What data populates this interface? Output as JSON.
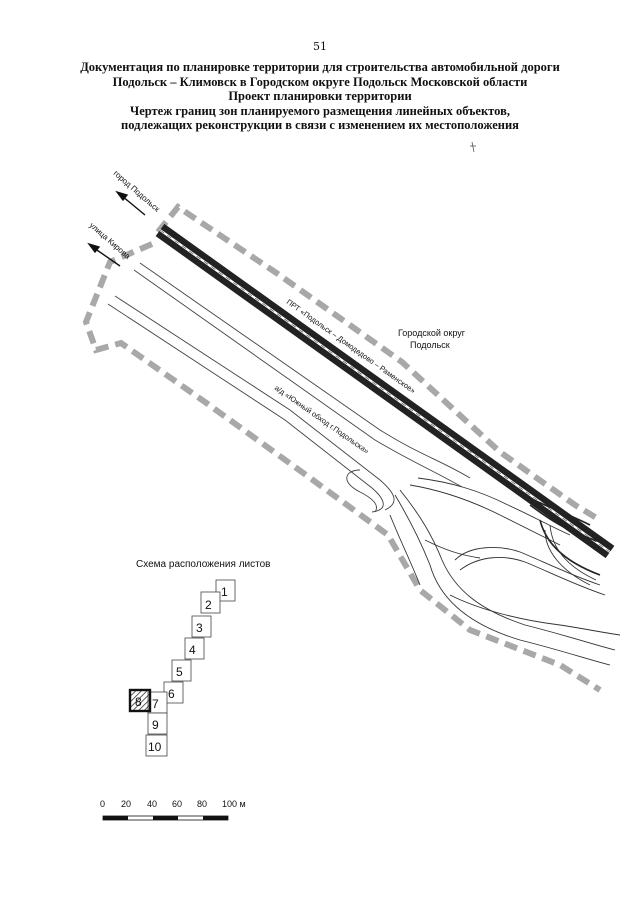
{
  "page_number": "51",
  "header_lines": [
    "Документация по планировке территории для строительства автомобильной дороги",
    "Подольск – Климовск в Городском округе Подольск Московской области",
    "Проект планировки территории",
    "Чертеж границ зон планируемого размещения линейных объектов,",
    "подлежащих реконструкции в связи с изменением их местоположения"
  ],
  "map_labels": {
    "to_podolsk": "город Подольск",
    "kirova_street": "улица Кирова",
    "district": [
      "Городской округ",
      "Подольск"
    ],
    "prt_road": "ПРТ «Подольск – Домодедово – Раменское»",
    "bypass_road": "а/д «Южный обход г.Подольска»"
  },
  "sheet_scheme": {
    "title": "Схема расположения листов",
    "sheets": [
      "1",
      "2",
      "3",
      "4",
      "5",
      "6",
      "7",
      "8",
      "9",
      "10"
    ],
    "current_sheet": "8"
  },
  "scale_bar": {
    "ticks": [
      "0",
      "20",
      "40",
      "60",
      "80",
      "100 м"
    ]
  },
  "colors": {
    "zone_boundary": "#a8a8a8",
    "road_fill": "#3a3a3a",
    "line": "#222222"
  }
}
